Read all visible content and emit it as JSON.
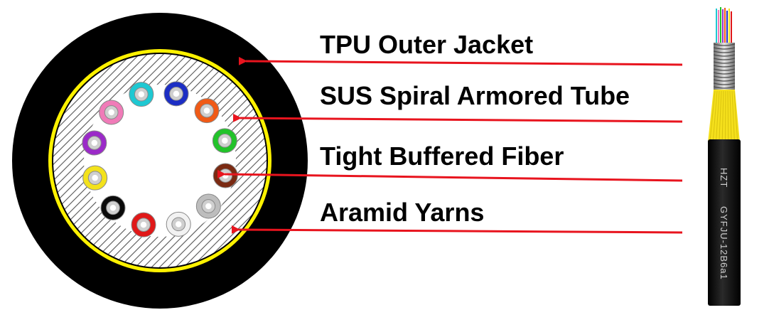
{
  "labels": [
    {
      "key": "jacket",
      "text": "TPU Outer Jacket"
    },
    {
      "key": "armor",
      "text": "SUS Spiral Armored Tube"
    },
    {
      "key": "fiber",
      "text": "Tight Buffered Fiber"
    },
    {
      "key": "aramid",
      "text": "Aramid Yarns"
    }
  ],
  "cable_print": {
    "brand": "HZT",
    "model": "GYFJU-12B6a1"
  },
  "colors": {
    "jacket": "#000000",
    "aramid_ring": "#fff200",
    "armor_hatch": "#555555",
    "arrow": "#e8141e",
    "label_text": "#000000"
  },
  "fibers": [
    {
      "name": "cyan",
      "color": "#1ec8d2"
    },
    {
      "name": "blue",
      "color": "#1c2ec4"
    },
    {
      "name": "orange",
      "color": "#f05a16"
    },
    {
      "name": "green",
      "color": "#22c32a"
    },
    {
      "name": "brown",
      "color": "#7a2a12"
    },
    {
      "name": "gray",
      "color": "#bdbdbd"
    },
    {
      "name": "white",
      "color": "#f2f2f2"
    },
    {
      "name": "red",
      "color": "#e01818"
    },
    {
      "name": "black",
      "color": "#0a0a0a"
    },
    {
      "name": "yellow",
      "color": "#f3e21c"
    },
    {
      "name": "violet",
      "color": "#9b2ac8"
    },
    {
      "name": "pink",
      "color": "#f07bb8"
    }
  ]
}
